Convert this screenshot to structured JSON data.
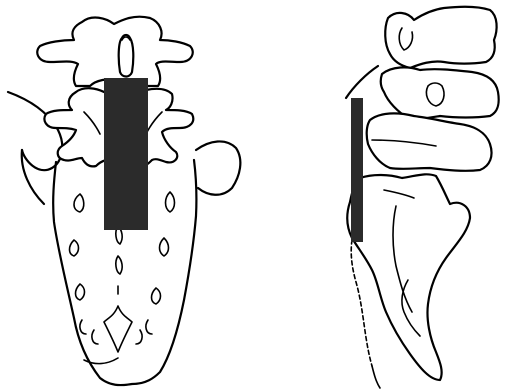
{
  "figure": {
    "views": [
      {
        "id": "posterior",
        "name": "posterior-view-lumbosacral-spine"
      },
      {
        "id": "lateral",
        "name": "lateral-view-lumbosacral-spine"
      }
    ],
    "colors": {
      "line": "#000000",
      "background": "#ffffff",
      "bar": "#2b2b2b"
    }
  }
}
